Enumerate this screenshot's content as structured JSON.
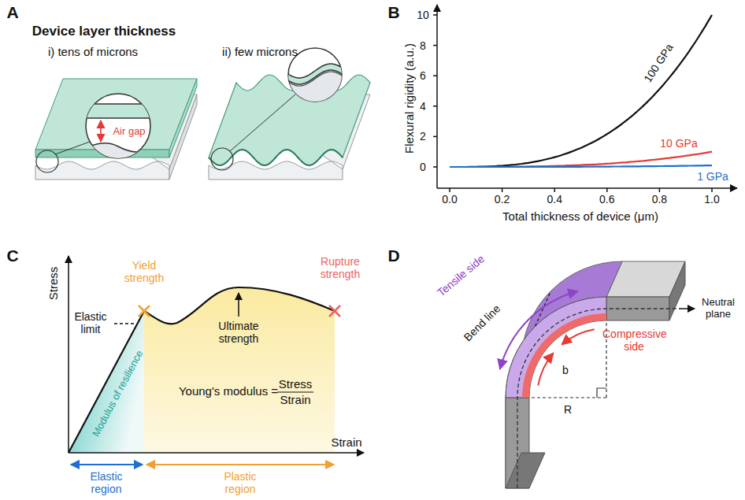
{
  "diagram": {
    "labels": [
      "A",
      "Device layer thickness",
      "i) tens of microns",
      "ii) few microns",
      "Air gap",
      "B",
      "Flexural rigidity (a.u.)",
      "10",
      "8",
      "6",
      "4",
      "2",
      "0",
      "0.0",
      "0.2",
      "0.4",
      "0.6",
      "0.8",
      "1.0",
      "Total thickness of device (μm)",
      "100 GPa",
      "10 GPa",
      "1 GPa",
      "C",
      "Stress",
      "Yield strength",
      "Rupture strength",
      "Elastic limit",
      "Ultimate strength",
      "Modulus of resilience",
      "Young's modulus =",
      "Stress",
      "Strain",
      "Strain",
      "Elastic region",
      "Plastic region",
      "D",
      "Tensile side",
      "Bend line",
      "Neutral plane",
      "Compressive side",
      "b",
      "R"
    ]
  }
}
